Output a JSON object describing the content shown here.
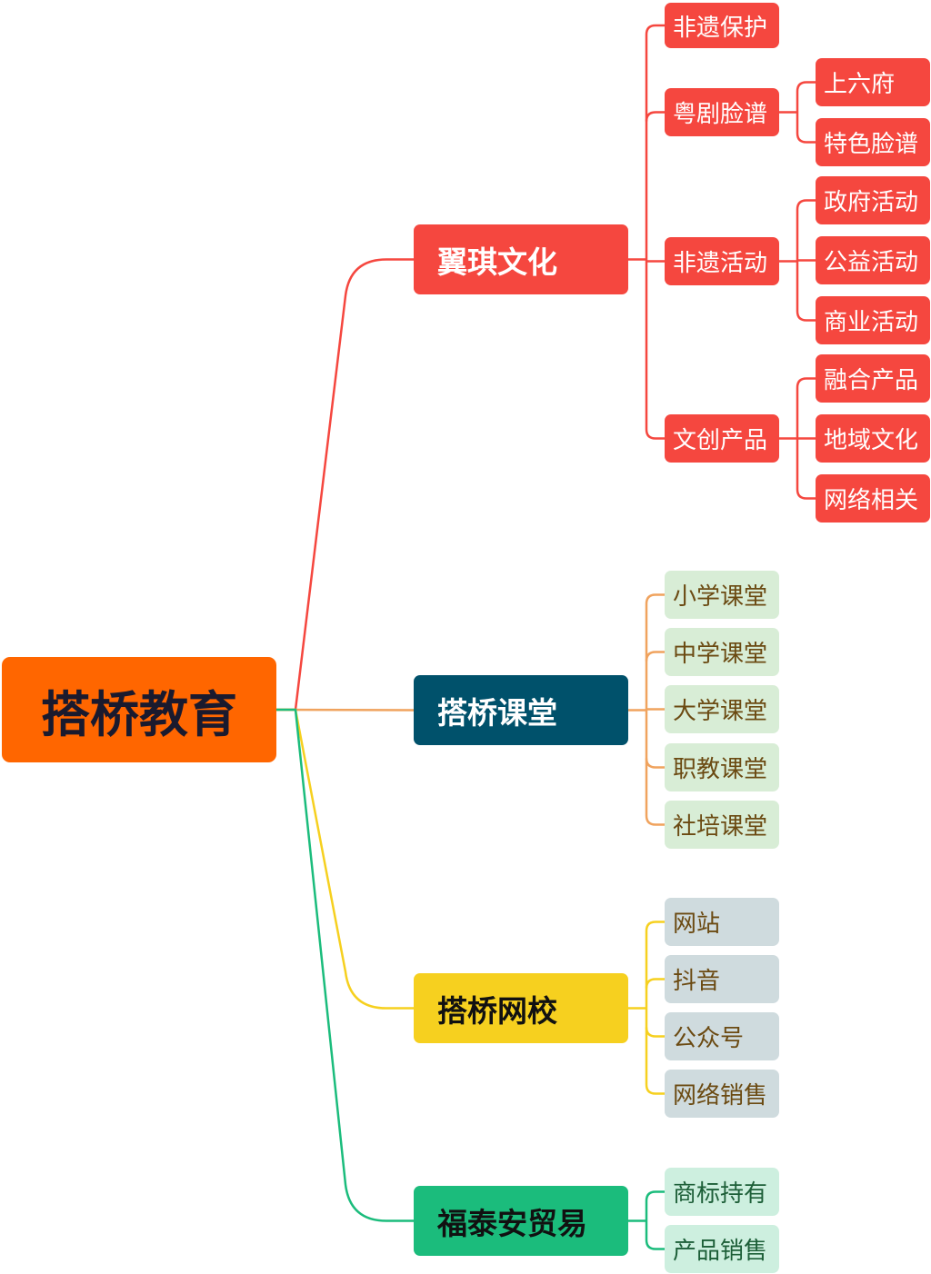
{
  "colors": {
    "root_fill": "#ff6600",
    "root_text": "#1a1a2e",
    "red": "#f5473f",
    "orange_line": "#f0a35e",
    "teal": "#00516b",
    "yellow": "#f6d01f",
    "green": "#1bbc7c",
    "leaf_green": "#d8edd6",
    "leaf_gray": "#cfdbde",
    "leaf_mint": "#cdefdf",
    "leaf_text_brown": "#6b4a12",
    "leaf_text_green": "#1d5f38"
  },
  "root": {
    "label": "搭桥教育"
  },
  "branches": [
    {
      "label": "翼琪文化",
      "children": [
        {
          "label": "非遗保护",
          "children": []
        },
        {
          "label": "粤剧脸谱",
          "children": [
            {
              "label": "上六府"
            },
            {
              "label": "特色脸谱"
            }
          ]
        },
        {
          "label": "非遗活动",
          "children": [
            {
              "label": "政府活动"
            },
            {
              "label": "公益活动"
            },
            {
              "label": "商业活动"
            }
          ]
        },
        {
          "label": "文创产品",
          "children": [
            {
              "label": "融合产品"
            },
            {
              "label": "地域文化"
            },
            {
              "label": "网络相关"
            }
          ]
        }
      ]
    },
    {
      "label": "搭桥课堂",
      "children": [
        {
          "label": "小学课堂"
        },
        {
          "label": "中学课堂"
        },
        {
          "label": "大学课堂"
        },
        {
          "label": "职教课堂"
        },
        {
          "label": "社培课堂"
        }
      ]
    },
    {
      "label": "搭桥网校",
      "children": [
        {
          "label": "网站"
        },
        {
          "label": "抖音"
        },
        {
          "label": "公众号"
        },
        {
          "label": "网络销售"
        }
      ]
    },
    {
      "label": "福泰安贸易",
      "children": [
        {
          "label": "商标持有"
        },
        {
          "label": "产品销售"
        }
      ]
    }
  ]
}
